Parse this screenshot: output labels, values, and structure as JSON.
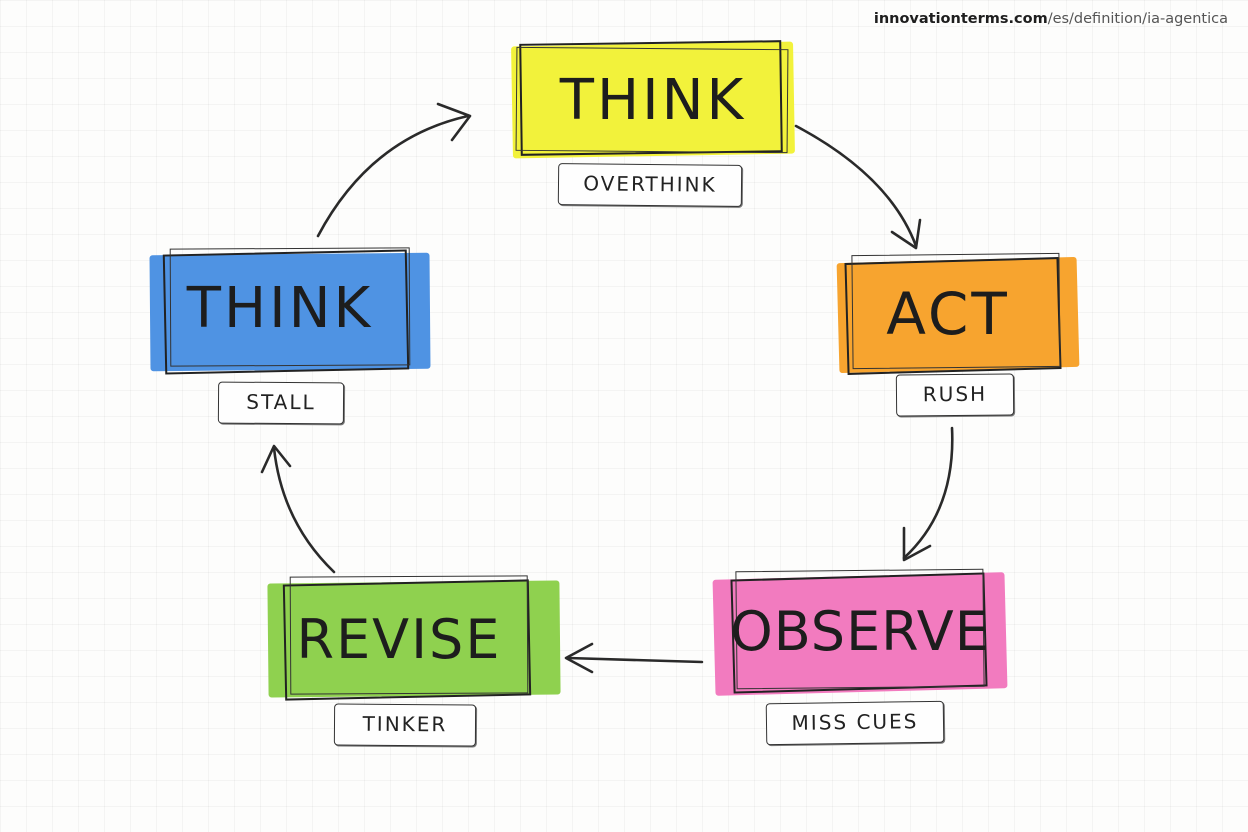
{
  "source": {
    "domain": "innovationterms.com",
    "path": "/es/definition/ia-agentica"
  },
  "nodes": [
    {
      "id": "think-top",
      "label": "THINK",
      "tag": "OVERTHINK",
      "color": "#f2f23b"
    },
    {
      "id": "act",
      "label": "ACT",
      "tag": "RUSH",
      "color": "#f7a42f"
    },
    {
      "id": "observe",
      "label": "OBSERVE",
      "tag": "MISS CUES",
      "color": "#f27bbf"
    },
    {
      "id": "revise",
      "label": "REVISE",
      "tag": "TINKER",
      "color": "#8fd14f"
    },
    {
      "id": "think-left",
      "label": "THINK",
      "tag": "STALL",
      "color": "#4f93e3"
    }
  ],
  "edges": [
    {
      "from": "think-top",
      "to": "act"
    },
    {
      "from": "act",
      "to": "observe"
    },
    {
      "from": "observe",
      "to": "revise"
    },
    {
      "from": "revise",
      "to": "think-left"
    },
    {
      "from": "think-left",
      "to": "think-top"
    }
  ]
}
